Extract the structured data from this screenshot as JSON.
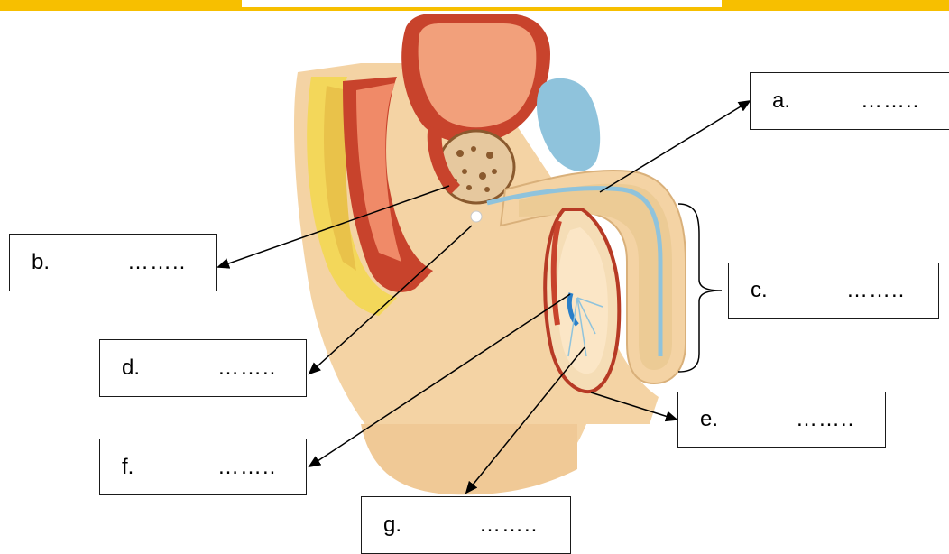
{
  "labels": [
    {
      "id": "a",
      "letter": "a.",
      "blank": "…….."
    },
    {
      "id": "b",
      "letter": "b.",
      "blank": "…….."
    },
    {
      "id": "c",
      "letter": "c.",
      "blank": "…….."
    },
    {
      "id": "d",
      "letter": "d.",
      "blank": "…….."
    },
    {
      "id": "e",
      "letter": "e.",
      "blank": "…….."
    },
    {
      "id": "f",
      "letter": "f.",
      "blank": "…….."
    },
    {
      "id": "g",
      "letter": "g.",
      "blank": "…….."
    }
  ],
  "colors": {
    "banner": "#f7bf00",
    "skin": "#f4d3a4",
    "muscle": "#c8432c",
    "spine_yellow": "#f3d75a",
    "bladder_pink": "#f2a07b",
    "blue_duct": "#8fc3dc",
    "outline": "#000000"
  }
}
